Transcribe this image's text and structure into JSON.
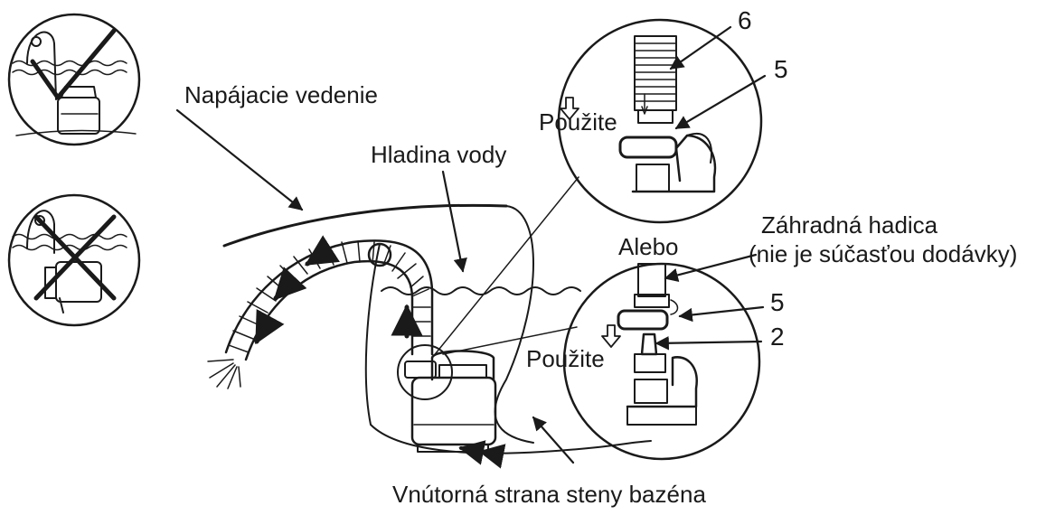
{
  "labels": {
    "power_cord": "Napájacie vedenie",
    "water_level": "Hladina vody",
    "inner_pool_wall": "Vnútorná strana steny bazéna",
    "garden_hose_line1": "Záhradná hadica",
    "garden_hose_line2": "(nie je súčasťou dodávky)",
    "or": "Alebo",
    "use_top": "Použite",
    "use_bottom": "Použite"
  },
  "part_numbers": {
    "hose": "6",
    "adapter_top": "5",
    "adapter_bottom": "5",
    "connector": "2"
  },
  "colors": {
    "line": "#1a1a1a",
    "background": "#ffffff"
  }
}
